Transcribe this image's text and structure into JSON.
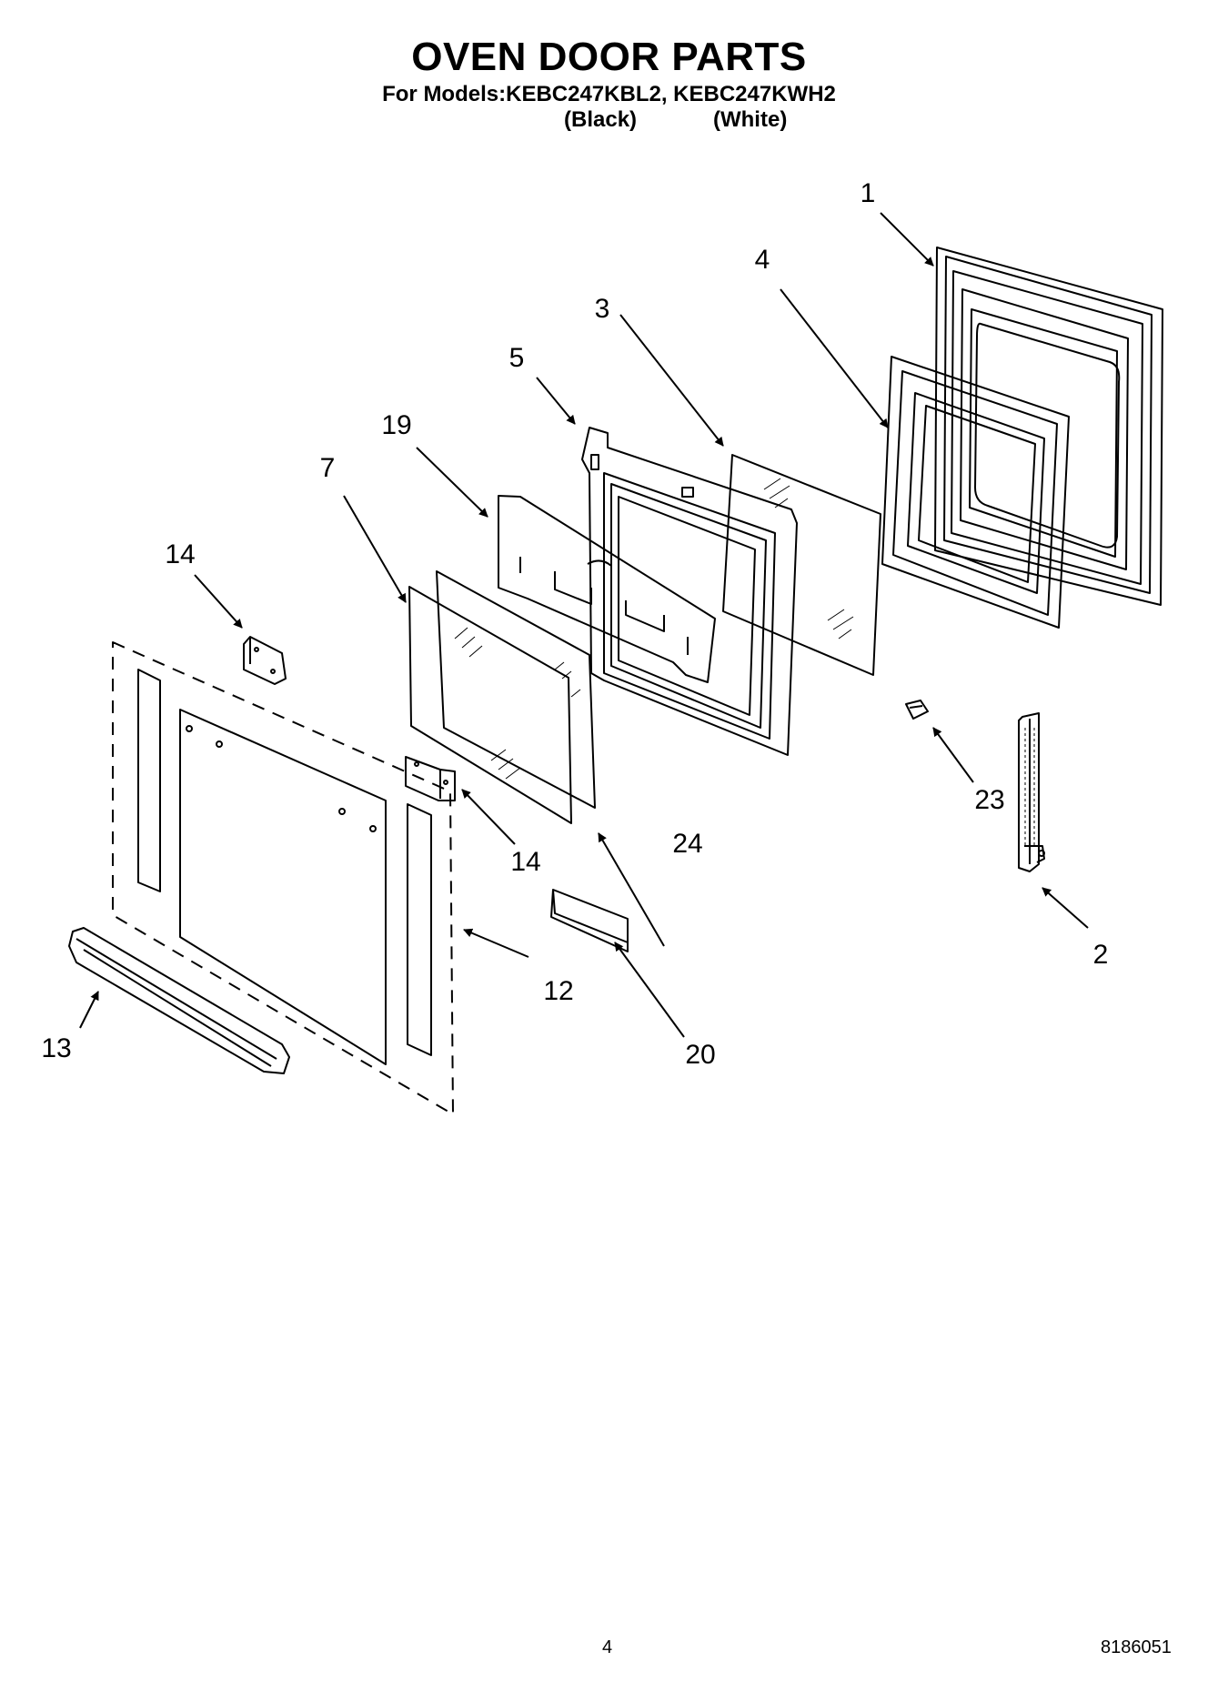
{
  "header": {
    "title": "OVEN DOOR PARTS",
    "models_line": "For Models:KEBC247KBL2, KEBC247KWH2",
    "variants": [
      "(Black)",
      "(White)"
    ]
  },
  "callouts": {
    "c1": "1",
    "c2": "2",
    "c3": "3",
    "c4": "4",
    "c5": "5",
    "c7": "7",
    "c12": "12",
    "c13": "13",
    "c14a": "14",
    "c14b": "14",
    "c19": "19",
    "c20": "20",
    "c23": "23",
    "c24": "24"
  },
  "footer": {
    "page_number": "4",
    "doc_number": "8186051"
  }
}
